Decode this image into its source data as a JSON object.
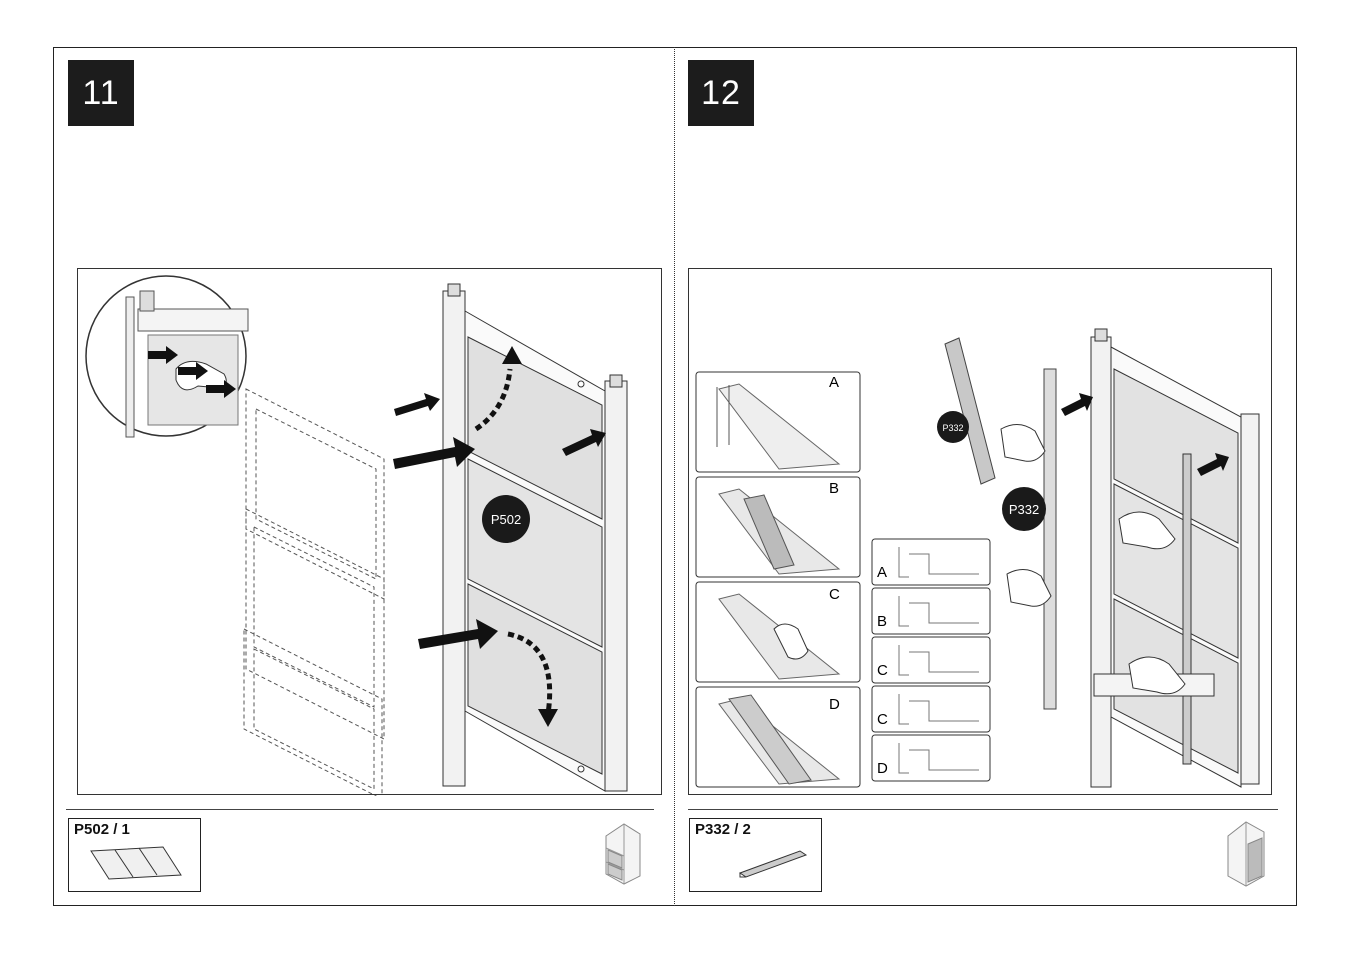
{
  "steps": [
    {
      "number": "11",
      "callout": "P502",
      "part": {
        "code": "P502 / 1"
      }
    },
    {
      "number": "12",
      "callout": "P332",
      "part": {
        "code": "P332 / 2"
      },
      "sub_steps": [
        "A",
        "B",
        "C",
        "D"
      ],
      "profile_steps": [
        "A",
        "B",
        "C",
        "C",
        "D"
      ]
    }
  ]
}
